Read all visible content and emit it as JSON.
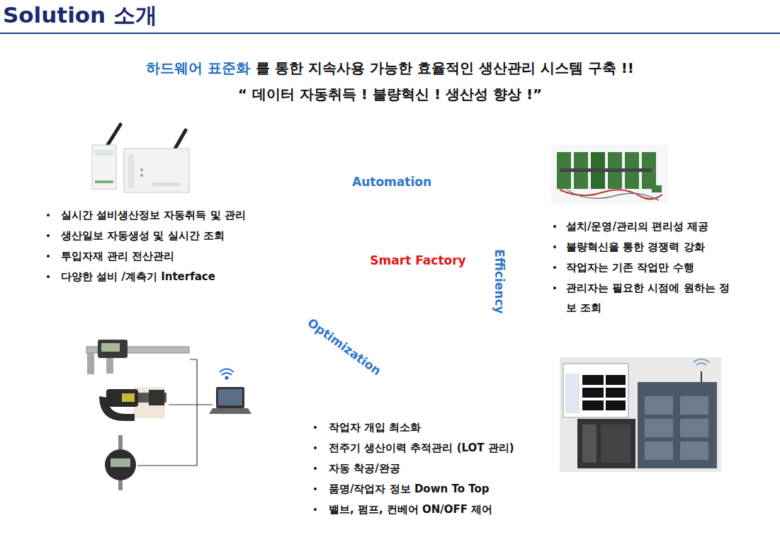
{
  "diagram": {
    "title": "Solution 소개",
    "nodes": [
      {
        "text": [
          "Automation"
        ]
      },
      {
        "text": [
          "Efficiency"
        ]
      },
      {
        "text": [
          "Optimization"
        ]
      }
    ],
    "labels": [
      "하드웨어 표준화",
      "를 통한 지속사용 가능한 효율적인 생산관리 시스템 구축 !!",
      "“ 데이터 자동취득 ! 불량혁신 ! 생산성 향상 !”",
      "Smart Factory",
      "실시간 설비생산정보 자동취득 및 관리",
      "생산일보 자동생성 및 실시간 조회",
      "투입자재 관리 전산관리",
      "다양한 설비 /계측기 Interface",
      "설치/운영/관리의 편리성 제공",
      "불량혁신을 통한 경쟁력 강화",
      "작업자는 기존 작업만 수행",
      "관리자는 필요한 시점에 원하는 정보 조회",
      "작업자 개입 최소화",
      "전주기 생산이력 추적관리 (LOT 관리)",
      "자동 착공/완공",
      "품명/작업자 정보 Down To Top",
      "밸브, 펌프, 컨베어 ON/OFF 제어"
    ]
  }
}
